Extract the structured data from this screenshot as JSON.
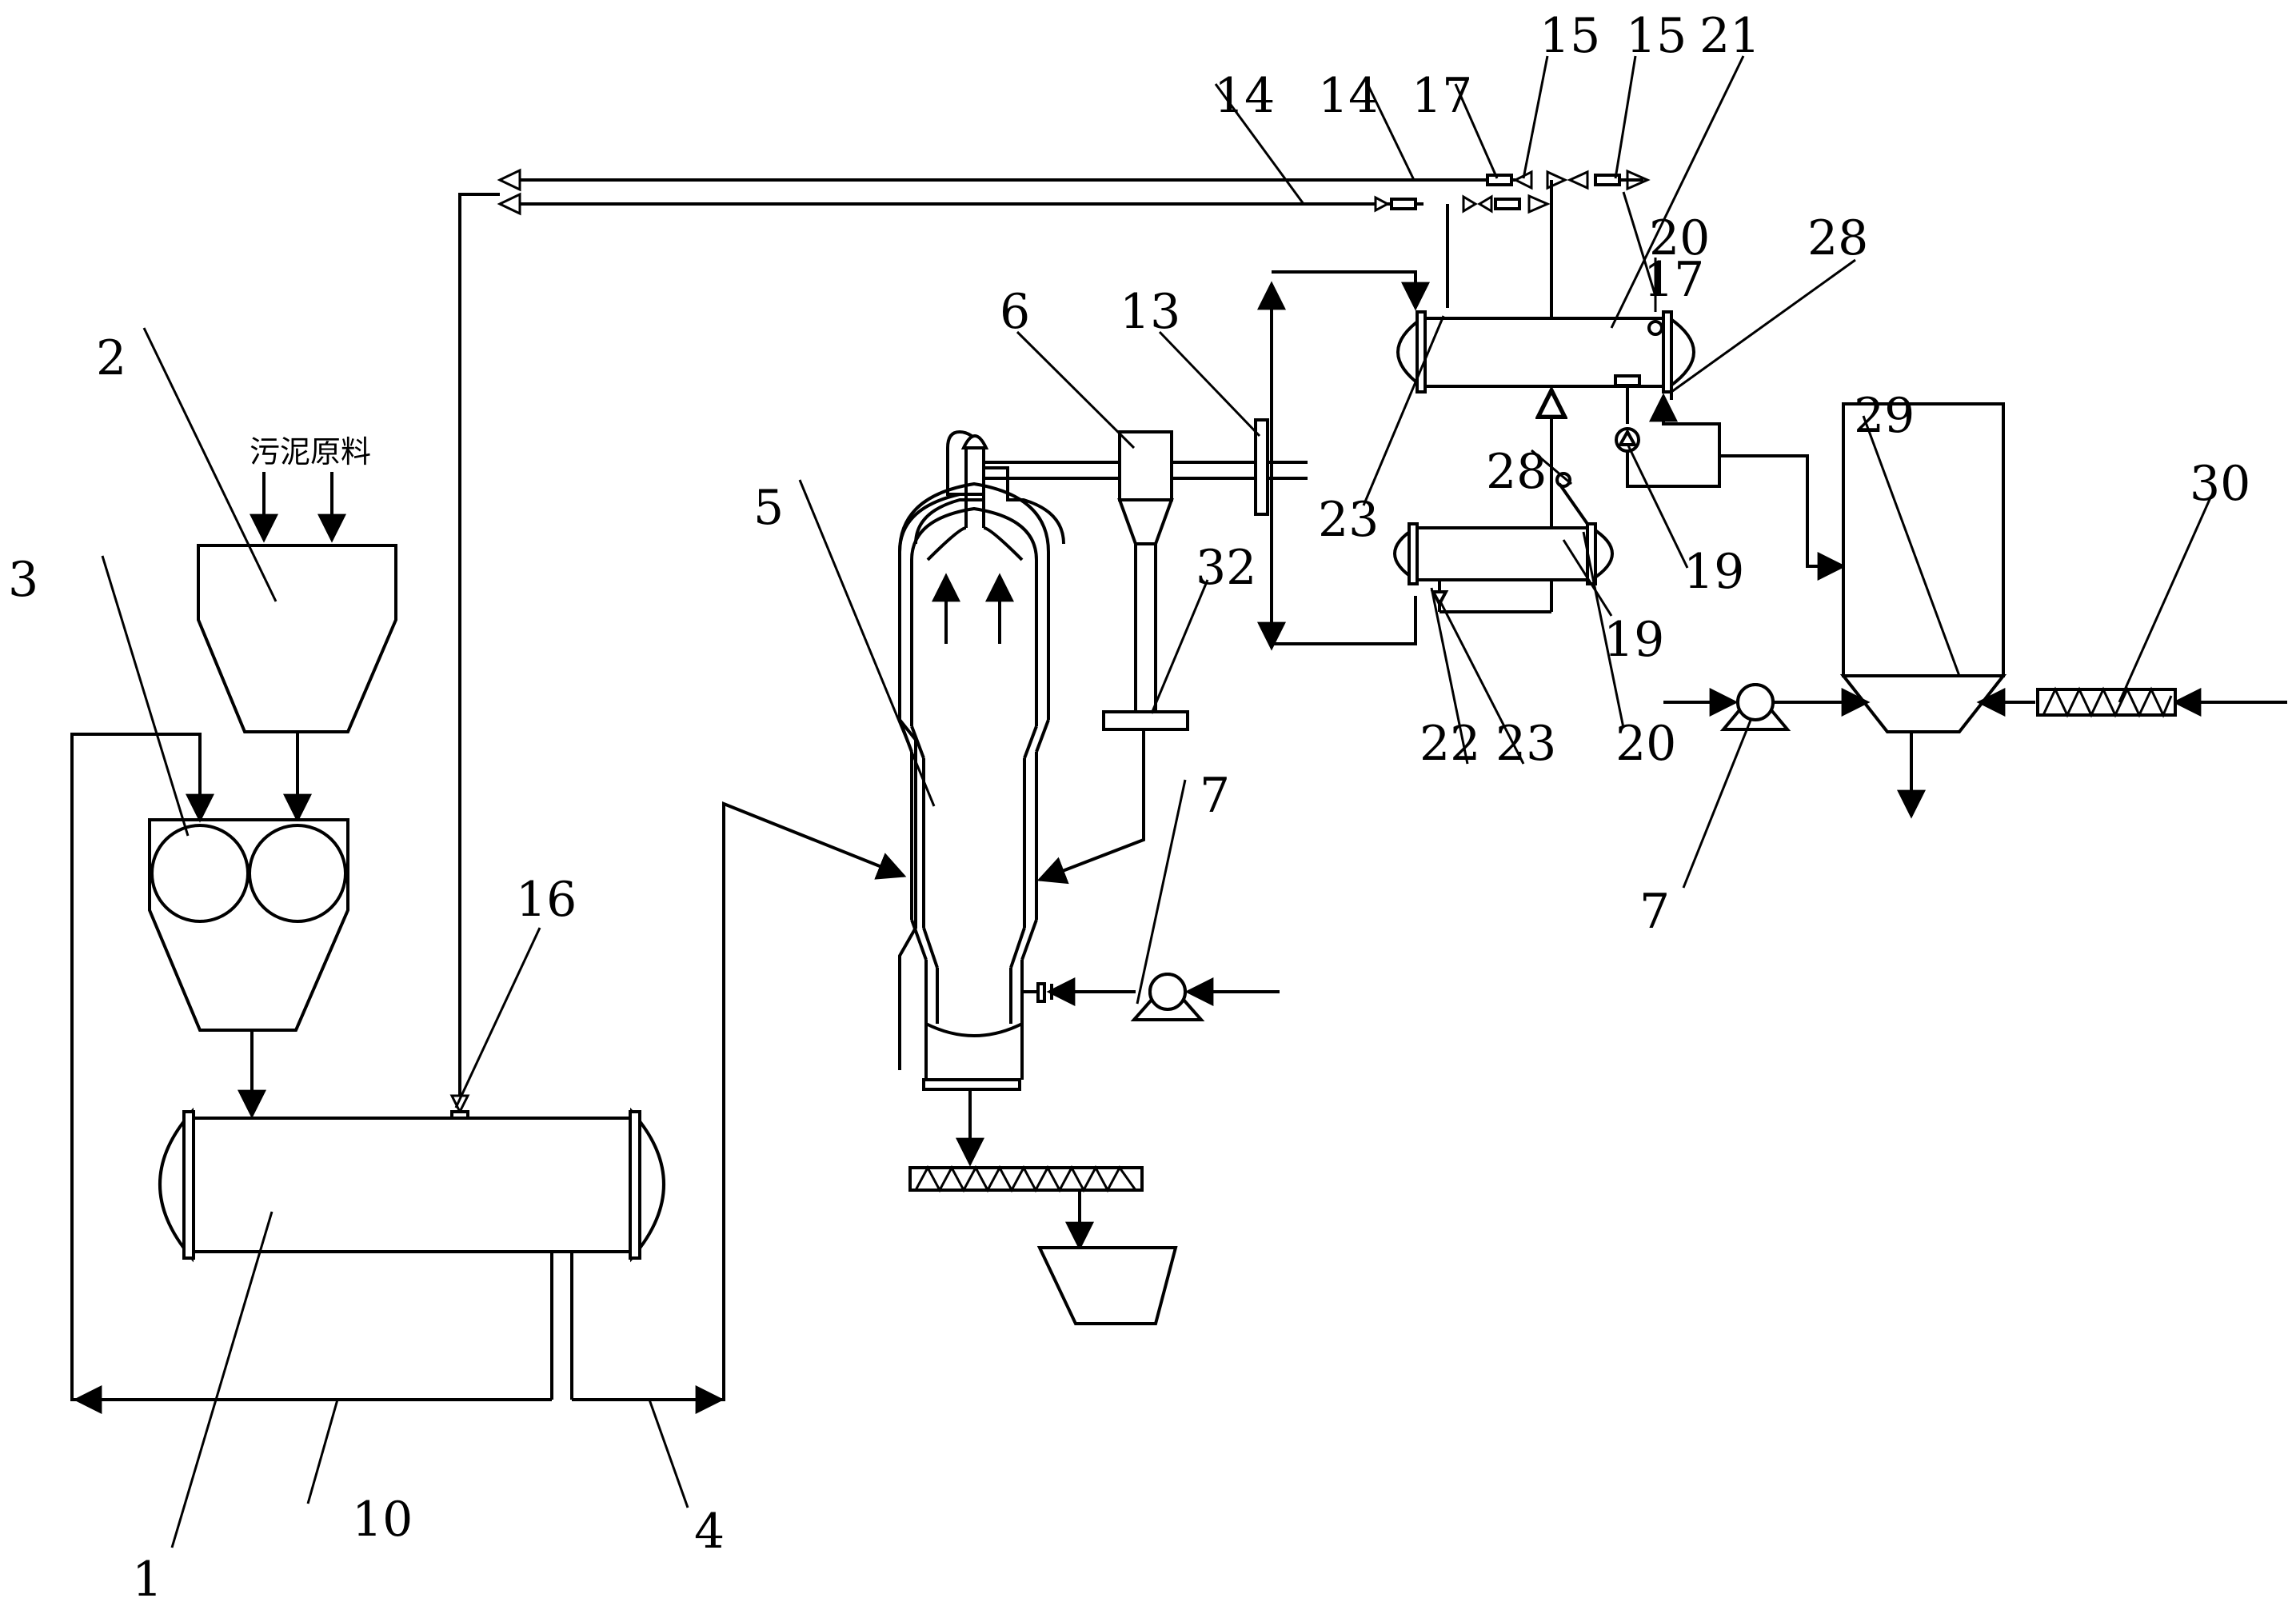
{
  "feed_caption": "污泥原料",
  "labels": [
    {
      "id": "1",
      "text": "1"
    },
    {
      "id": "2",
      "text": "2"
    },
    {
      "id": "3",
      "text": "3"
    },
    {
      "id": "4",
      "text": "4"
    },
    {
      "id": "5",
      "text": "5"
    },
    {
      "id": "6",
      "text": "6"
    },
    {
      "id": "7a",
      "text": "7"
    },
    {
      "id": "7b",
      "text": "7"
    },
    {
      "id": "10",
      "text": "10"
    },
    {
      "id": "13",
      "text": "13"
    },
    {
      "id": "14a",
      "text": "14"
    },
    {
      "id": "14b",
      "text": "14"
    },
    {
      "id": "15a",
      "text": "15"
    },
    {
      "id": "15b",
      "text": "15"
    },
    {
      "id": "16",
      "text": "16"
    },
    {
      "id": "17a",
      "text": "17"
    },
    {
      "id": "17b",
      "text": "17"
    },
    {
      "id": "19a",
      "text": "19"
    },
    {
      "id": "19b",
      "text": "19"
    },
    {
      "id": "20a",
      "text": "20"
    },
    {
      "id": "20b",
      "text": "20"
    },
    {
      "id": "21",
      "text": "21"
    },
    {
      "id": "22",
      "text": "22"
    },
    {
      "id": "23a",
      "text": "23"
    },
    {
      "id": "23b",
      "text": "23"
    },
    {
      "id": "28a",
      "text": "28"
    },
    {
      "id": "28b",
      "text": "28"
    },
    {
      "id": "29",
      "text": "29"
    },
    {
      "id": "30",
      "text": "30"
    },
    {
      "id": "32",
      "text": "32"
    }
  ]
}
